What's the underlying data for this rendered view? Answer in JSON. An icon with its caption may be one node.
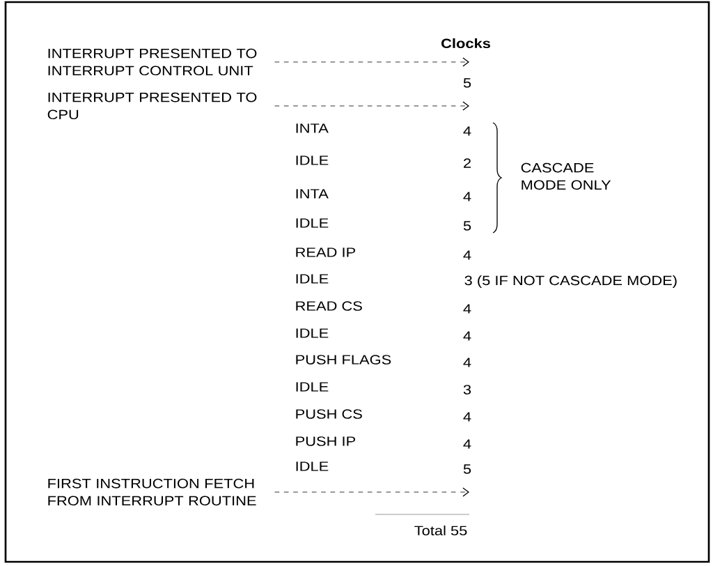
{
  "diagram": {
    "nodes": [
      {
        "text": [
          "INTERRUPT PRESENTED TO INTERRUPT CONTROL UNIT"
        ]
      },
      {
        "text": [
          "INTERRUPT PRESENTED TO CPU"
        ]
      },
      {
        "text": [
          "FIRST INSTRUCTION FETCH FROM INTERRUPT ROUTINE"
        ]
      }
    ],
    "edges": [
      {
        "from": 0,
        "to": null,
        "arrow": "to",
        "style": "dashed"
      },
      {
        "from": 1,
        "to": null,
        "arrow": "to",
        "style": "dashed"
      },
      {
        "from": 2,
        "to": null,
        "arrow": "to",
        "style": "dashed"
      }
    ],
    "labels": [
      "Clocks",
      "5",
      "INTA",
      "4",
      "IDLE",
      "2",
      "CASCADE MODE ONLY",
      "INTA",
      "4",
      "IDLE",
      "5",
      "READ IP",
      "4",
      "IDLE",
      "3 (5 IF NOT CASCADE MODE)",
      "READ CS",
      "4",
      "IDLE",
      "4",
      "PUSH FLAGS",
      "4",
      "IDLE",
      "3",
      "PUSH CS",
      "4",
      "PUSH IP",
      "4",
      "IDLE",
      "5",
      "Total 55"
    ]
  }
}
